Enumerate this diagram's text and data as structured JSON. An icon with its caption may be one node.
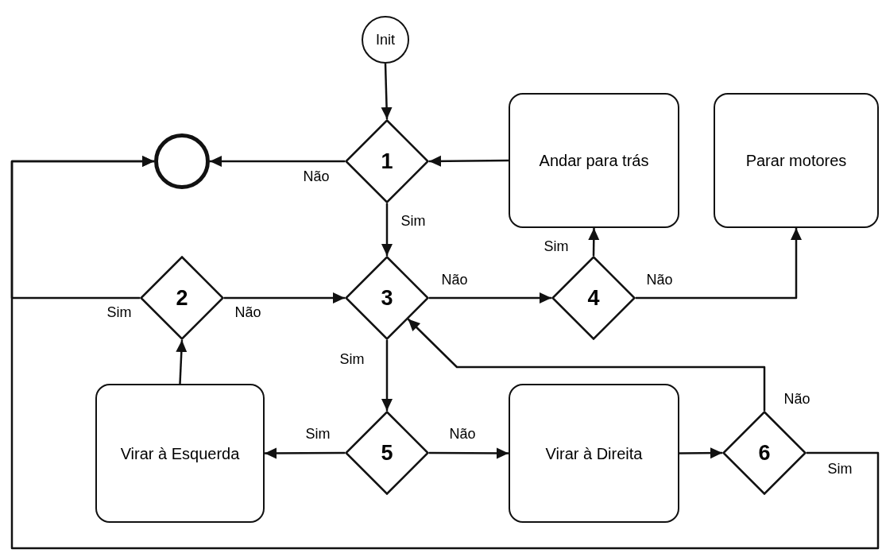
{
  "diagram": {
    "nodes": [
      {
        "text": [
          "Init"
        ]
      },
      {
        "text": [
          "1"
        ]
      },
      {
        "text": [],
        "shape": "circle"
      },
      {
        "text": [
          "Andar para trás"
        ]
      },
      {
        "text": [
          "Parar motores"
        ]
      },
      {
        "text": [
          "2"
        ]
      },
      {
        "text": [
          "3"
        ]
      },
      {
        "text": [
          "4"
        ]
      },
      {
        "text": [
          "Virar à Esquerda"
        ]
      },
      {
        "text": [
          "5"
        ]
      },
      {
        "text": [
          "Virar à Direita"
        ]
      },
      {
        "text": [
          "6"
        ]
      }
    ],
    "edges": [
      {
        "from": 0,
        "to": 1,
        "arrow": "to"
      },
      {
        "from": 1,
        "to": 2,
        "arrow": "to",
        "label": "Não"
      },
      {
        "from": 1,
        "to": 6,
        "arrow": "to",
        "label": "Sim"
      },
      {
        "from": 3,
        "to": 1,
        "arrow": "to"
      },
      {
        "from": 5,
        "to": 2,
        "arrow": "to",
        "label": "Sim"
      },
      {
        "from": 5,
        "to": 6,
        "arrow": "to",
        "label": "Não"
      },
      {
        "from": 6,
        "to": 7,
        "arrow": "to",
        "label": "Não"
      },
      {
        "from": 7,
        "to": 3,
        "arrow": "to",
        "label": "Sim"
      },
      {
        "from": 7,
        "to": 4,
        "arrow": "to",
        "label": "Não"
      },
      {
        "from": 6,
        "to": 9,
        "arrow": "to",
        "label": "Sim"
      },
      {
        "from": 9,
        "to": 8,
        "arrow": "to",
        "label": "Sim"
      },
      {
        "from": 9,
        "to": 10,
        "arrow": "to",
        "label": "Não"
      },
      {
        "from": 10,
        "to": 11,
        "arrow": "to"
      },
      {
        "from": 11,
        "to": 6,
        "arrow": "to",
        "label": "Não"
      },
      {
        "from": 11,
        "to": 2,
        "arrow": "to",
        "label": "Sim"
      },
      {
        "from": 8,
        "to": 5,
        "arrow": "to"
      }
    ]
  }
}
